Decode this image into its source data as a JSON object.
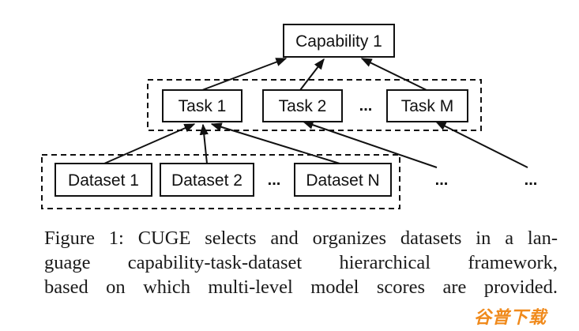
{
  "diagram": {
    "top": {
      "label": "Capability 1"
    },
    "tasks": [
      {
        "label": "Task 1"
      },
      {
        "label": "Task 2"
      },
      {
        "label": "Task M"
      }
    ],
    "task_ellipsis": "...",
    "datasets": [
      {
        "label": "Dataset 1"
      },
      {
        "label": "Dataset 2"
      },
      {
        "label": "Dataset N"
      }
    ],
    "dataset_ellipsis": "...",
    "trailing_ellipsis": [
      "...",
      "..."
    ]
  },
  "caption": {
    "lines": [
      "Figure 1: CUGE selects and organizes datasets in a lan-",
      "guage capability-task-dataset hierarchical framework,",
      "based on which multi-level model scores are provided."
    ]
  },
  "watermark": {
    "text": "谷普下载",
    "color": "#f08a1c"
  }
}
